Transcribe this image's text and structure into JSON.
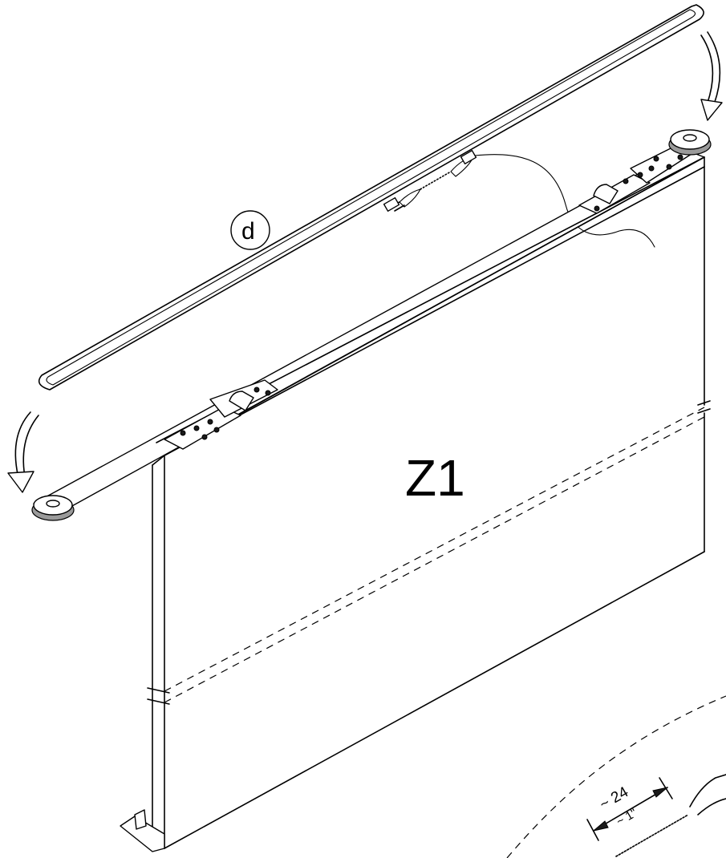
{
  "labels": {
    "panel": "Z1",
    "part": "d",
    "dimension_mm": "~ 24",
    "dimension_in": "~ 1\""
  }
}
